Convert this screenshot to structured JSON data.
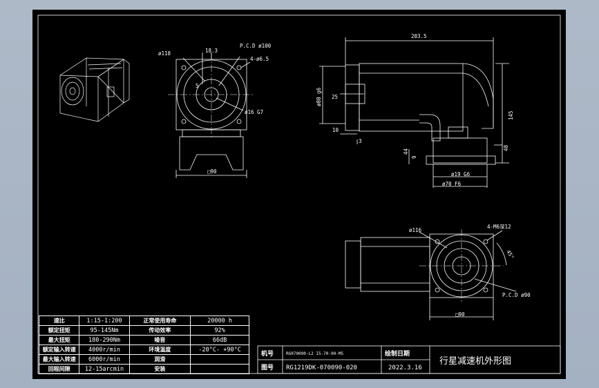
{
  "colors": {
    "background": "#000000",
    "line": "#ffffff",
    "viewport": "#a9b6c6"
  },
  "front_view": {
    "dim_outer_dia": "ø118",
    "dim_offset": "18.3",
    "dim_pcd": "P.C.D ø100",
    "dim_holes": "4-ø6.5",
    "dim_shaft": "ø16 G7",
    "dim_bore": "5",
    "dim_square": "□90"
  },
  "side_view": {
    "dim_length": "203.5",
    "dim_flange": "ø80 g6",
    "dim_25": "25",
    "dim_10": "10",
    "dim_3": "3",
    "dim_height": "145",
    "dim_44": "44",
    "dim_9": "9",
    "dim_48": "48",
    "dim_shaft_out": "ø19 G6",
    "dim_base": "ø70 F6"
  },
  "motor_view": {
    "dim_dia": "ø116",
    "dim_holes": "4-M6深12",
    "dim_angle": "45°",
    "dim_pcd": "P.C.D ø90",
    "dim_square": "□90"
  },
  "spec_table": [
    {
      "k1": "速比",
      "v1": "1:15-1:200",
      "k2": "正常使用寿命",
      "v2": "20000 h"
    },
    {
      "k1": "额定扭矩",
      "v1": "95-145Nm",
      "k2": "传动效率",
      "v2": "92%"
    },
    {
      "k1": "最大扭矩",
      "v1": "180-290Nm",
      "k2": "噪音",
      "v2": "66dB"
    },
    {
      "k1": "额定输入转速",
      "v1": "4000r/min",
      "k2": "环境温度",
      "v2": "-20°C- +90°C"
    },
    {
      "k1": "最大输入转速",
      "v1": "6000r/min",
      "k2": "润滑",
      "v2": ""
    },
    {
      "k1": "回程间隙",
      "v1": "12-15arcmin",
      "k2": "安装",
      "v2": ""
    }
  ],
  "title_block": {
    "label_model": "机号",
    "label_drawing": "图号",
    "model_value": "RG070090-L2 I5-70-90-M5",
    "drawing_no": "RG1219DK-070090-020",
    "label_date": "绘制日期",
    "date": "2022.3.16",
    "title": "行星减速机外形图"
  }
}
